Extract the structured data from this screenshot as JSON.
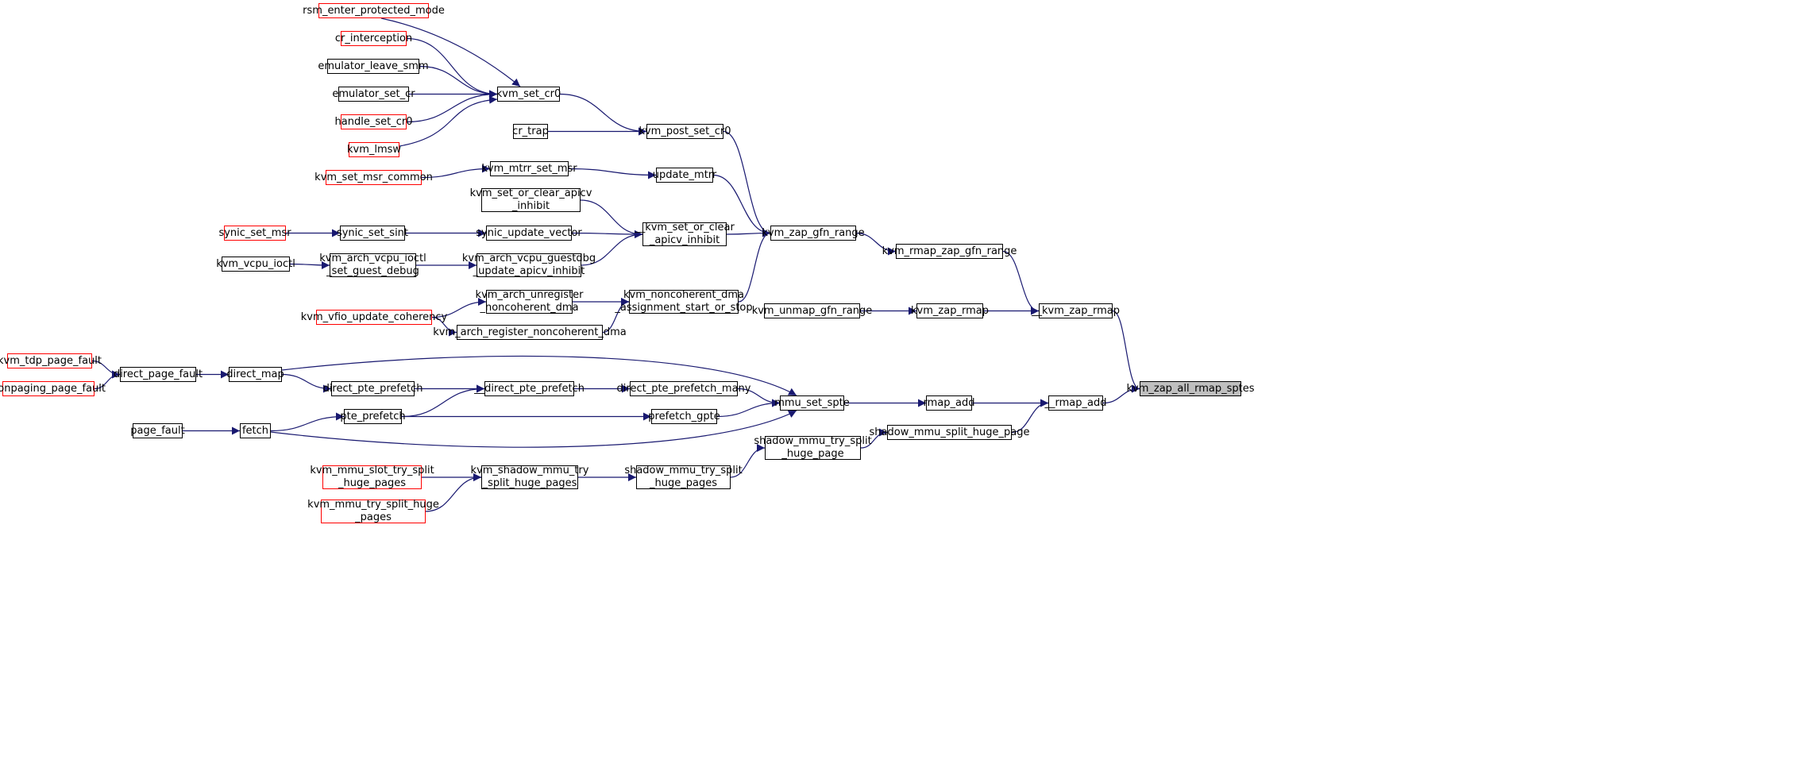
{
  "graph": {
    "colors": {
      "edge": "#191970",
      "node_border": "#000000",
      "truncated_border": "#ff0000",
      "root_fill": "#bfbfbf"
    },
    "nodes": [
      {
        "id": "rsm_enter_protected_mode",
        "label": "rsm_enter_protected_mode",
        "style": "red"
      },
      {
        "id": "cr_interception",
        "label": "cr_interception",
        "style": "red"
      },
      {
        "id": "emulator_leave_smm",
        "label": "emulator_leave_smm",
        "style": "normal"
      },
      {
        "id": "emulator_set_cr",
        "label": "emulator_set_cr",
        "style": "normal"
      },
      {
        "id": "handle_set_cr0",
        "label": "handle_set_cr0",
        "style": "red"
      },
      {
        "id": "kvm_lmsw",
        "label": "kvm_lmsw",
        "style": "red"
      },
      {
        "id": "kvm_set_cr0",
        "label": "kvm_set_cr0",
        "style": "normal"
      },
      {
        "id": "cr_trap",
        "label": "cr_trap",
        "style": "normal"
      },
      {
        "id": "kvm_post_set_cr0",
        "label": "kvm_post_set_cr0",
        "style": "normal"
      },
      {
        "id": "kvm_set_msr_common",
        "label": "kvm_set_msr_common",
        "style": "red"
      },
      {
        "id": "kvm_mtrr_set_msr",
        "label": "kvm_mtrr_set_msr",
        "style": "normal"
      },
      {
        "id": "update_mtrr",
        "label": "update_mtrr",
        "style": "normal"
      },
      {
        "id": "kvm_set_or_clear_apicv_inhibit",
        "label": "kvm_set_or_clear_apicv\n_inhibit",
        "style": "normal"
      },
      {
        "id": "__kvm_set_or_clear_apicv_inhibit",
        "label": "__kvm_set_or_clear\n_apicv_inhibit",
        "style": "normal"
      },
      {
        "id": "synic_set_msr",
        "label": "synic_set_msr",
        "style": "red"
      },
      {
        "id": "synic_set_sint",
        "label": "synic_set_sint",
        "style": "normal"
      },
      {
        "id": "synic_update_vector",
        "label": "synic_update_vector",
        "style": "normal"
      },
      {
        "id": "kvm_vcpu_ioctl",
        "label": "kvm_vcpu_ioctl",
        "style": "normal"
      },
      {
        "id": "kvm_arch_vcpu_ioctl_set_guest_debug",
        "label": "kvm_arch_vcpu_ioctl\n_set_guest_debug",
        "style": "normal"
      },
      {
        "id": "kvm_arch_vcpu_guestdbg_update_apicv_inhibit",
        "label": "kvm_arch_vcpu_guestdbg\n_update_apicv_inhibit",
        "style": "normal"
      },
      {
        "id": "kvm_zap_gfn_range",
        "label": "kvm_zap_gfn_range",
        "style": "normal"
      },
      {
        "id": "kvm_rmap_zap_gfn_range",
        "label": "kvm_rmap_zap_gfn_range",
        "style": "normal"
      },
      {
        "id": "kvm_arch_unregister_noncoherent_dma",
        "label": "kvm_arch_unregister\n_noncoherent_dma",
        "style": "normal"
      },
      {
        "id": "kvm_noncoherent_dma_assignment_start_or_stop",
        "label": "kvm_noncoherent_dma\n_assignment_start_or_stop",
        "style": "normal"
      },
      {
        "id": "kvm_vfio_update_coherency",
        "label": "kvm_vfio_update_coherency",
        "style": "red"
      },
      {
        "id": "kvm_arch_register_noncoherent_dma",
        "label": "kvm_arch_register_noncoherent_dma",
        "style": "normal"
      },
      {
        "id": "kvm_unmap_gfn_range",
        "label": "kvm_unmap_gfn_range",
        "style": "normal"
      },
      {
        "id": "kvm_zap_rmap",
        "label": "kvm_zap_rmap",
        "style": "normal"
      },
      {
        "id": "__kvm_zap_rmap",
        "label": "__kvm_zap_rmap",
        "style": "normal"
      },
      {
        "id": "kvm_tdp_page_fault",
        "label": "kvm_tdp_page_fault",
        "style": "red"
      },
      {
        "id": "nonpaging_page_fault",
        "label": "nonpaging_page_fault",
        "style": "red"
      },
      {
        "id": "direct_page_fault",
        "label": "direct_page_fault",
        "style": "normal"
      },
      {
        "id": "direct_map",
        "label": "direct_map",
        "style": "normal"
      },
      {
        "id": "direct_pte_prefetch",
        "label": "direct_pte_prefetch",
        "style": "normal"
      },
      {
        "id": "__direct_pte_prefetch",
        "label": "__direct_pte_prefetch",
        "style": "normal"
      },
      {
        "id": "direct_pte_prefetch_many",
        "label": "direct_pte_prefetch_many",
        "style": "normal"
      },
      {
        "id": "mmu_set_spte",
        "label": "mmu_set_spte",
        "style": "normal"
      },
      {
        "id": "rmap_add",
        "label": "rmap_add",
        "style": "normal"
      },
      {
        "id": "__rmap_add",
        "label": "__rmap_add",
        "style": "normal"
      },
      {
        "id": "kvm_zap_all_rmap_sptes",
        "label": "kvm_zap_all_rmap_sptes",
        "style": "root"
      },
      {
        "id": "pte_prefetch",
        "label": "pte_prefetch",
        "style": "normal"
      },
      {
        "id": "prefetch_gpte",
        "label": "prefetch_gpte",
        "style": "normal"
      },
      {
        "id": "page_fault",
        "label": "page_fault",
        "style": "normal"
      },
      {
        "id": "fetch",
        "label": "fetch",
        "style": "normal"
      },
      {
        "id": "shadow_mmu_split_huge_page",
        "label": "shadow_mmu_split_huge_page",
        "style": "normal"
      },
      {
        "id": "shadow_mmu_try_split_huge_page",
        "label": "shadow_mmu_try_split\n_huge_page",
        "style": "normal"
      },
      {
        "id": "kvm_mmu_slot_try_split_huge_pages",
        "label": "kvm_mmu_slot_try_split\n_huge_pages",
        "style": "red"
      },
      {
        "id": "kvm_shadow_mmu_try_split_huge_pages",
        "label": "kvm_shadow_mmu_try\n_split_huge_pages",
        "style": "normal"
      },
      {
        "id": "shadow_mmu_try_split_huge_pages",
        "label": "shadow_mmu_try_split\n_huge_pages",
        "style": "normal"
      },
      {
        "id": "kvm_mmu_try_split_huge_pages",
        "label": "kvm_mmu_try_split_huge\n_pages",
        "style": "red"
      }
    ],
    "edges": [
      [
        "rsm_enter_protected_mode",
        "kvm_set_cr0"
      ],
      [
        "cr_interception",
        "kvm_set_cr0"
      ],
      [
        "emulator_leave_smm",
        "kvm_set_cr0"
      ],
      [
        "emulator_set_cr",
        "kvm_set_cr0"
      ],
      [
        "handle_set_cr0",
        "kvm_set_cr0"
      ],
      [
        "kvm_lmsw",
        "kvm_set_cr0"
      ],
      [
        "kvm_set_cr0",
        "kvm_post_set_cr0"
      ],
      [
        "cr_trap",
        "kvm_post_set_cr0"
      ],
      [
        "kvm_post_set_cr0",
        "kvm_zap_gfn_range"
      ],
      [
        "kvm_set_msr_common",
        "kvm_mtrr_set_msr"
      ],
      [
        "kvm_mtrr_set_msr",
        "update_mtrr"
      ],
      [
        "update_mtrr",
        "kvm_zap_gfn_range"
      ],
      [
        "kvm_set_or_clear_apicv_inhibit",
        "__kvm_set_or_clear_apicv_inhibit"
      ],
      [
        "synic_set_msr",
        "synic_set_sint"
      ],
      [
        "synic_set_sint",
        "synic_update_vector"
      ],
      [
        "synic_update_vector",
        "__kvm_set_or_clear_apicv_inhibit"
      ],
      [
        "kvm_vcpu_ioctl",
        "kvm_arch_vcpu_ioctl_set_guest_debug"
      ],
      [
        "kvm_arch_vcpu_ioctl_set_guest_debug",
        "kvm_arch_vcpu_guestdbg_update_apicv_inhibit"
      ],
      [
        "kvm_arch_vcpu_guestdbg_update_apicv_inhibit",
        "__kvm_set_or_clear_apicv_inhibit"
      ],
      [
        "__kvm_set_or_clear_apicv_inhibit",
        "kvm_zap_gfn_range"
      ],
      [
        "kvm_noncoherent_dma_assignment_start_or_stop",
        "kvm_zap_gfn_range"
      ],
      [
        "kvm_zap_gfn_range",
        "kvm_rmap_zap_gfn_range"
      ],
      [
        "kvm_rmap_zap_gfn_range",
        "__kvm_zap_rmap"
      ],
      [
        "kvm_vfio_update_coherency",
        "kvm_arch_unregister_noncoherent_dma"
      ],
      [
        "kvm_vfio_update_coherency",
        "kvm_arch_register_noncoherent_dma"
      ],
      [
        "kvm_arch_unregister_noncoherent_dma",
        "kvm_noncoherent_dma_assignment_start_or_stop"
      ],
      [
        "kvm_arch_register_noncoherent_dma",
        "kvm_noncoherent_dma_assignment_start_or_stop"
      ],
      [
        "kvm_unmap_gfn_range",
        "kvm_zap_rmap"
      ],
      [
        "kvm_zap_rmap",
        "__kvm_zap_rmap"
      ],
      [
        "__kvm_zap_rmap",
        "kvm_zap_all_rmap_sptes"
      ],
      [
        "kvm_tdp_page_fault",
        "direct_page_fault"
      ],
      [
        "nonpaging_page_fault",
        "direct_page_fault"
      ],
      [
        "direct_page_fault",
        "direct_map"
      ],
      [
        "direct_map",
        "direct_pte_prefetch"
      ],
      [
        "direct_map",
        "mmu_set_spte"
      ],
      [
        "direct_pte_prefetch",
        "__direct_pte_prefetch"
      ],
      [
        "__direct_pte_prefetch",
        "direct_pte_prefetch_many"
      ],
      [
        "direct_pte_prefetch_many",
        "mmu_set_spte"
      ],
      [
        "pte_prefetch",
        "__direct_pte_prefetch"
      ],
      [
        "pte_prefetch",
        "prefetch_gpte"
      ],
      [
        "prefetch_gpte",
        "mmu_set_spte"
      ],
      [
        "page_fault",
        "fetch"
      ],
      [
        "fetch",
        "pte_prefetch"
      ],
      [
        "fetch",
        "mmu_set_spte"
      ],
      [
        "mmu_set_spte",
        "rmap_add"
      ],
      [
        "rmap_add",
        "__rmap_add"
      ],
      [
        "shadow_mmu_split_huge_page",
        "__rmap_add"
      ],
      [
        "__rmap_add",
        "kvm_zap_all_rmap_sptes"
      ],
      [
        "shadow_mmu_try_split_huge_page",
        "shadow_mmu_split_huge_page"
      ],
      [
        "shadow_mmu_try_split_huge_pages",
        "shadow_mmu_try_split_huge_page"
      ],
      [
        "kvm_shadow_mmu_try_split_huge_pages",
        "shadow_mmu_try_split_huge_pages"
      ],
      [
        "kvm_mmu_slot_try_split_huge_pages",
        "kvm_shadow_mmu_try_split_huge_pages"
      ],
      [
        "kvm_mmu_try_split_huge_pages",
        "kvm_shadow_mmu_try_split_huge_pages"
      ]
    ]
  }
}
